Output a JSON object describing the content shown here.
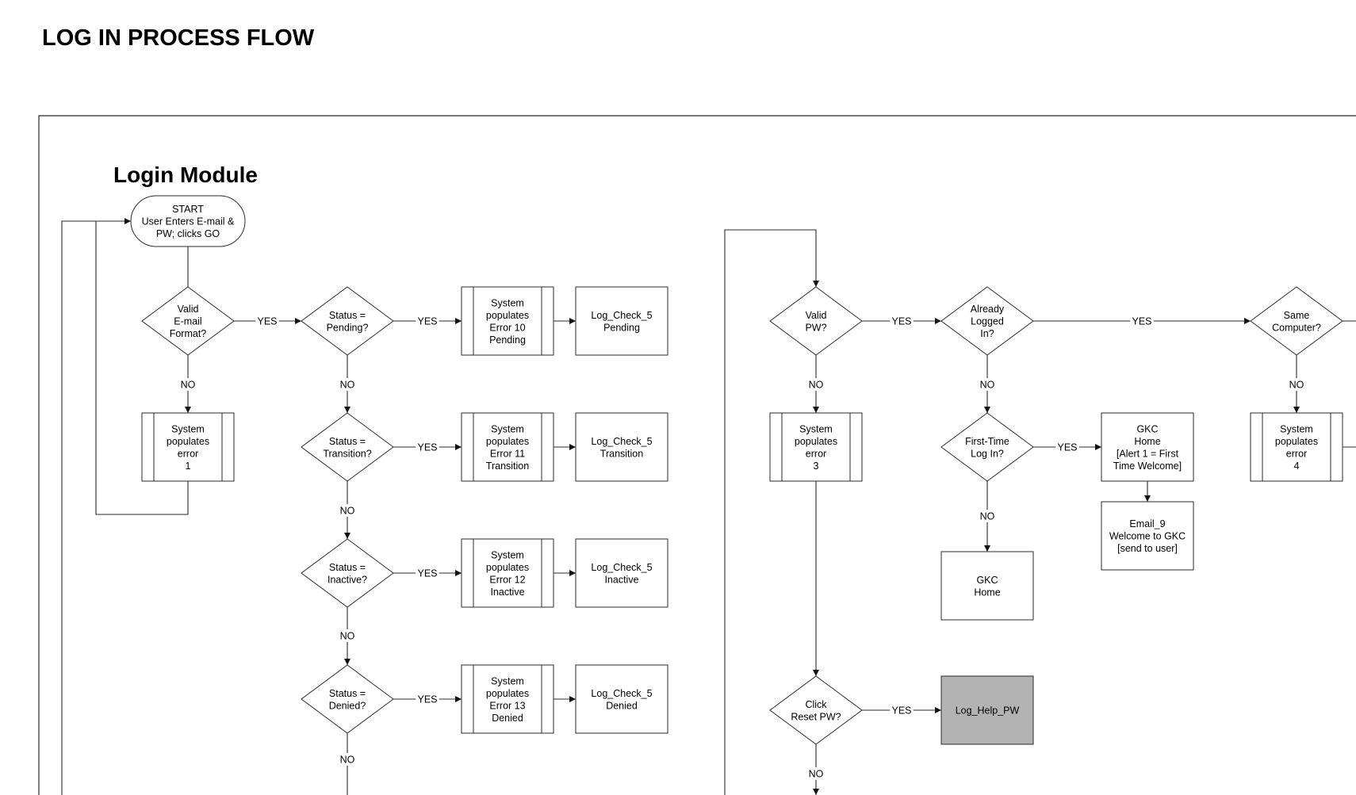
{
  "title": "LOG IN PROCESS FLOW",
  "module_title": "Login Module",
  "edge_labels": {
    "yes": "YES",
    "no": "NO"
  },
  "nodes": {
    "start": "START\nUser Enters E-mail &\nPW; clicks GO",
    "valid_email": "Valid\nE-mail\nFormat?",
    "error_1": "System\npopulates\nerror\n1",
    "status_pending": "Status =\nPending?",
    "error_10": "System\npopulates\nError 10\nPending",
    "logcheck_pending": "Log_Check_5\nPending",
    "status_transition": "Status =\nTransition?",
    "error_11": "System\npopulates\nError 11\nTransition",
    "logcheck_transition": "Log_Check_5\nTransition",
    "status_inactive": "Status =\nInactive?",
    "error_12": "System\npopulates\nError 12\nInactive",
    "logcheck_inactive": "Log_Check_5\nInactive",
    "status_denied": "Status =\nDenied?",
    "error_13": "System\npopulates\nError 13\nDenied",
    "logcheck_denied": "Log_Check_5\nDenied",
    "valid_pw": "Valid\nPW?",
    "error_3": "System\npopulates\nerror\n3",
    "already_logged": "Already\nLogged\nIn?",
    "first_time": "First-Time\nLog In?",
    "gkc_home_welcome": "GKC\nHome\n[Alert 1 = First\nTime Welcome]",
    "email_9": "Email_9\nWelcome to GKC\n[send to user]",
    "gkc_home": "GKC\nHome",
    "same_computer": "Same\nComputer?",
    "error_4": "System\npopulates\nerror\n4",
    "click_reset": "Click\nReset PW?",
    "log_help_pw": "Log_Help_PW"
  }
}
